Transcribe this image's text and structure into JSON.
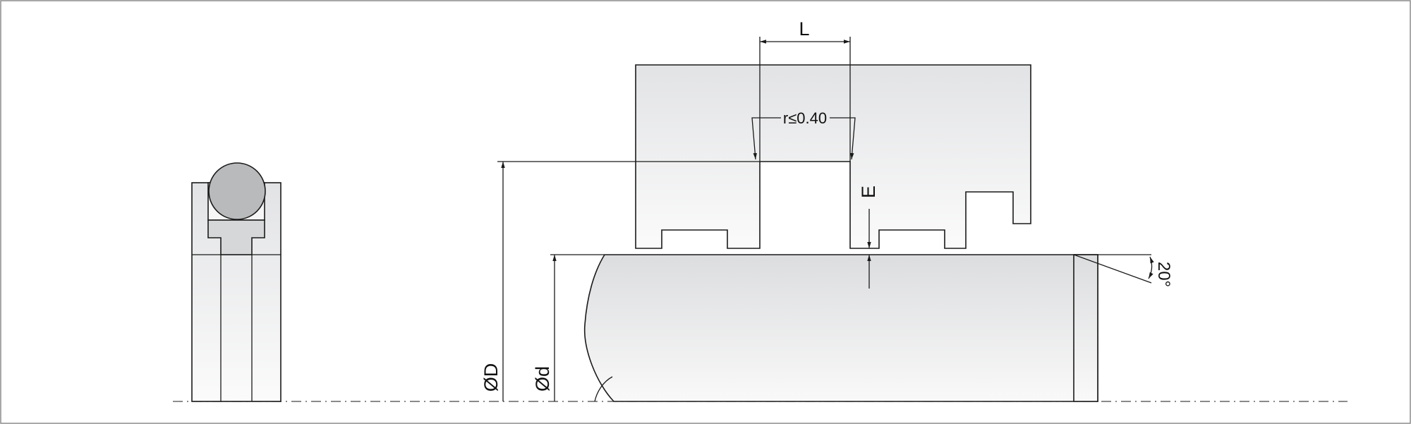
{
  "labels": {
    "length": "L",
    "radius": "r≤0.40",
    "e": "E",
    "outer_diameter": "ØD",
    "inner_diameter": "Ød",
    "angle": "20°"
  },
  "colors": {
    "frame": "#8c8c8c",
    "line": "#1a1a1a",
    "part_light": "#fbfbfb",
    "part_dark": "#e2e3e5",
    "oring": "#b9babc",
    "inner_ring": "#d6d7d9"
  }
}
